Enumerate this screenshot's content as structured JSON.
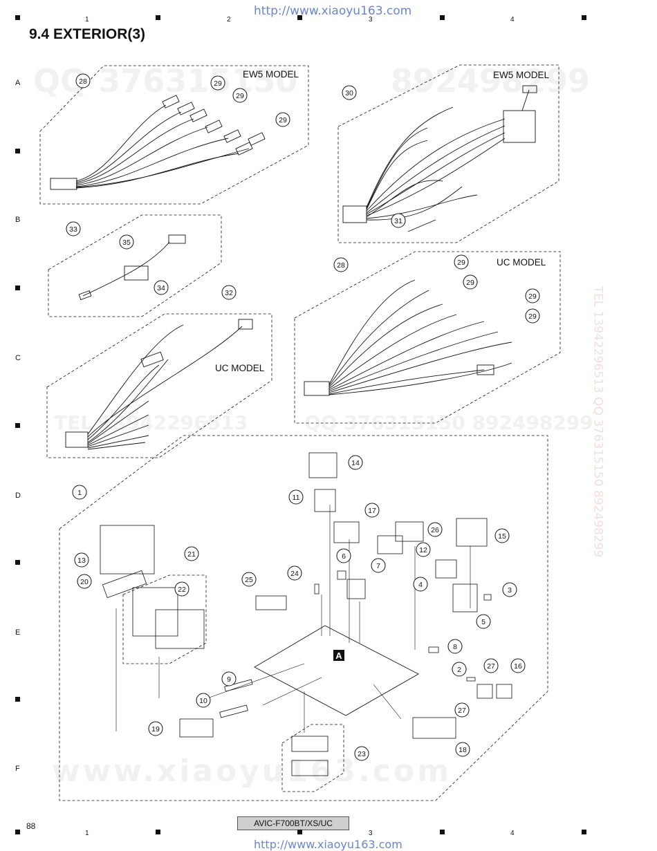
{
  "header": {
    "url": "http://www.xiaoyu163.com",
    "columns": [
      "1",
      "2",
      "3",
      "4"
    ]
  },
  "title": "9.4  EXTERIOR(3)",
  "rows": [
    "A",
    "B",
    "C",
    "D",
    "E",
    "F"
  ],
  "models": {
    "a1": "EW5 MODEL",
    "a2": "EW5 MODEL",
    "uc1": "UC MODEL",
    "uc2": "UC MODEL"
  },
  "callouts": [
    "28",
    "29",
    "29",
    "29",
    "30",
    "31",
    "33",
    "35",
    "34",
    "32",
    "28",
    "29",
    "29",
    "29",
    "29",
    "14",
    "11",
    "1",
    "17",
    "26",
    "15",
    "6",
    "12",
    "13",
    "21",
    "7",
    "4",
    "3",
    "20",
    "22",
    "25",
    "24",
    "5",
    "8",
    "2",
    "27",
    "16",
    "9",
    "10",
    "27",
    "19",
    "18",
    "23"
  ],
  "marker_a": "A",
  "footer": {
    "page": "88",
    "model": "AVIC-F700BT/XS/UC",
    "url": "http://www.xiaoyu163.com"
  },
  "watermarks": [
    "QQ 376315150",
    "892498299",
    "TEL 13942296513",
    "QQ 376315150  892498299",
    "www.xiaoyu163.com",
    "TEL 13942296513  QQ 376315150  892498299"
  ],
  "colors": {
    "accent_link": "#6b86c6",
    "line": "#111111",
    "tag_bg": "#cfcfcf"
  }
}
